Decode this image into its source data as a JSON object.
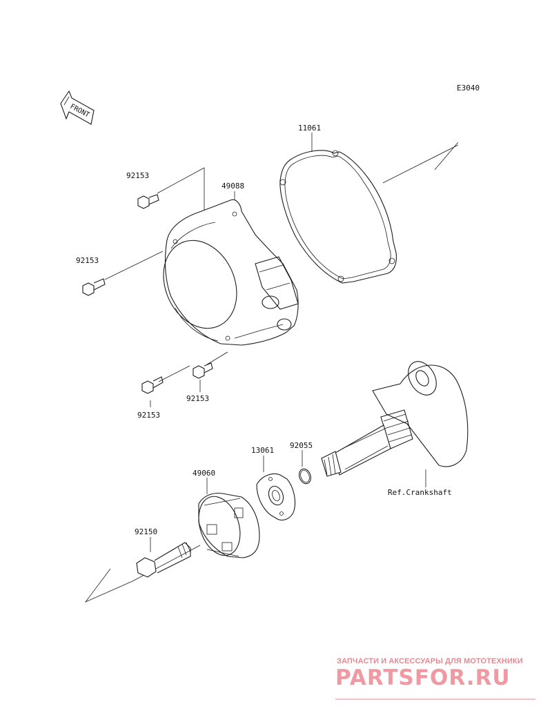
{
  "diagram": {
    "code": "E3040",
    "front_label": "FRONT",
    "callouts": {
      "gasket": "11061",
      "cover": "49088",
      "bolt_top": "92153",
      "bolt_left": "92153",
      "bolt_bottom_left": "92153",
      "bolt_bottom_right": "92153",
      "plate": "13061",
      "oring": "92055",
      "rotor": "49060",
      "rotor_bolt": "92150",
      "crankshaft_ref": "Ref.Crankshaft"
    }
  },
  "watermark": {
    "subtitle": "ЗАПЧАСТИ И АКСЕССУАРЫ ДЛЯ МОТОТЕХНИКИ",
    "brand": "PARTSFOR.RU"
  }
}
